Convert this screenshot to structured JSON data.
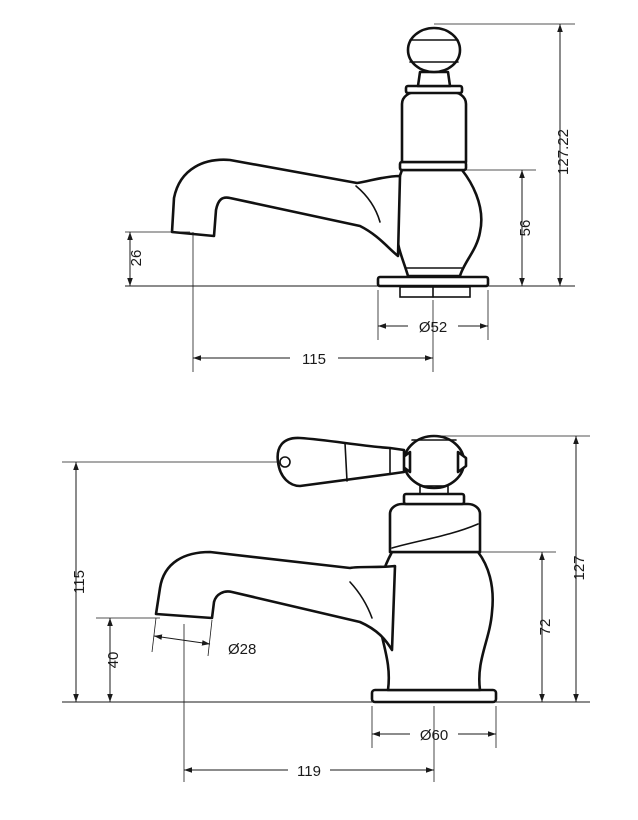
{
  "top_view": {
    "spout_height": "26",
    "valve_height": "56",
    "total_height": "127.22",
    "base_diameter": "Ø52",
    "reach": "115"
  },
  "bottom_view": {
    "spout_height": "40",
    "handle_height": "115",
    "valve_height": "72",
    "total_height": "127",
    "outlet_diameter": "Ø28",
    "base_diameter": "Ø60",
    "reach": "119"
  }
}
